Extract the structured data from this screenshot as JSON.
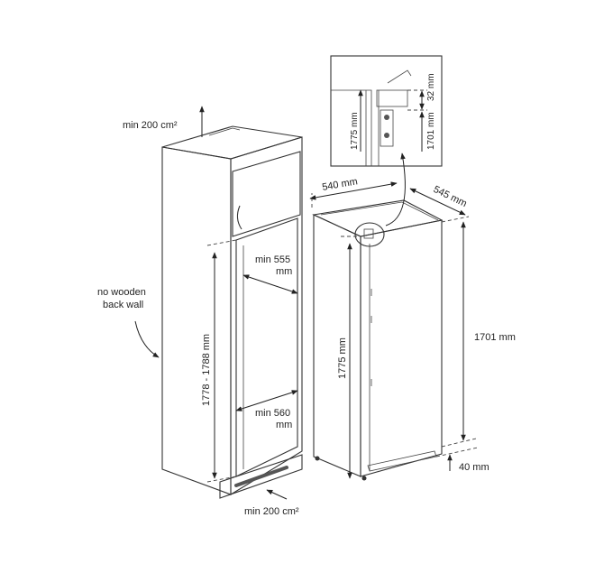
{
  "labels": {
    "vent_top": "min 200 cm²",
    "vent_bottom": "min 200 cm²",
    "no_back_wall_1": "no wooden",
    "no_back_wall_2": "back wall",
    "niche_width_top_1": "min 555",
    "niche_width_top_2": "mm",
    "niche_width_bottom_1": "min 560",
    "niche_width_bottom_2": "mm",
    "niche_height": "1778 - 1788 mm",
    "appliance_width": "540 mm",
    "appliance_depth": "545 mm",
    "appliance_height": "1775 mm",
    "door_height": "1701 mm",
    "bottom_gap": "40 mm",
    "detail_height_total": "1775 mm",
    "detail_height_door": "1701 mm",
    "detail_gap": "32 mm"
  },
  "colors": {
    "cabinet_side": "#e8e8e8",
    "cabinet_front": "#f4f4f4",
    "top_cabinet": "#d8d8d8",
    "plinth": "#bdbdbd",
    "appliance": "#ffffff",
    "stroke": "#333333"
  }
}
